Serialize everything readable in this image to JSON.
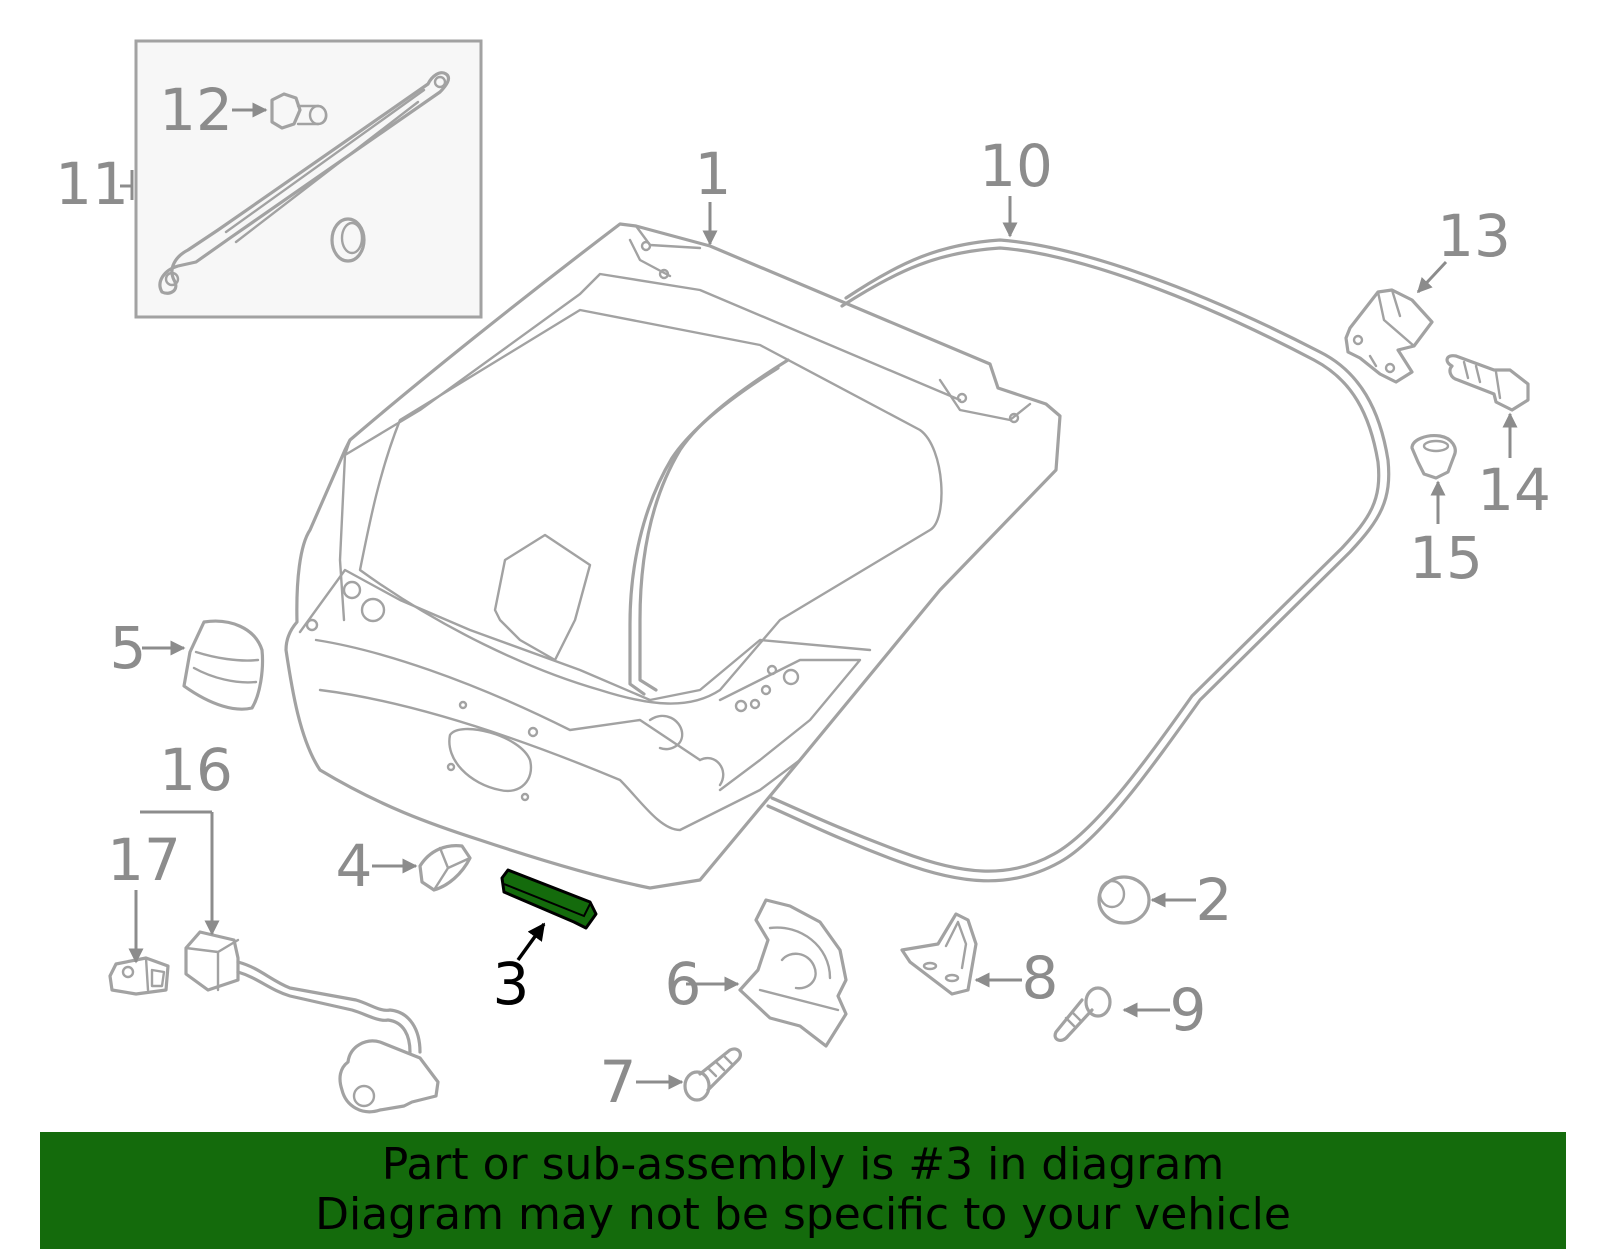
{
  "diagram": {
    "highlight_color": "#146b0c",
    "highlighted_part": "3",
    "callouts": [
      {
        "id": "1",
        "label": "1"
      },
      {
        "id": "2",
        "label": "2"
      },
      {
        "id": "3",
        "label": "3"
      },
      {
        "id": "4",
        "label": "4"
      },
      {
        "id": "5",
        "label": "5"
      },
      {
        "id": "6",
        "label": "6"
      },
      {
        "id": "7",
        "label": "7"
      },
      {
        "id": "8",
        "label": "8"
      },
      {
        "id": "9",
        "label": "9"
      },
      {
        "id": "10",
        "label": "10"
      },
      {
        "id": "11",
        "label": "11"
      },
      {
        "id": "12",
        "label": "12"
      },
      {
        "id": "13",
        "label": "13"
      },
      {
        "id": "14",
        "label": "14"
      },
      {
        "id": "15",
        "label": "15"
      },
      {
        "id": "16",
        "label": "16"
      },
      {
        "id": "17",
        "label": "17"
      }
    ]
  },
  "banner": {
    "line1": "Part or sub-assembly is #3 in diagram",
    "line2": "Diagram may not be specific to your vehicle",
    "background": "#146b0c"
  }
}
